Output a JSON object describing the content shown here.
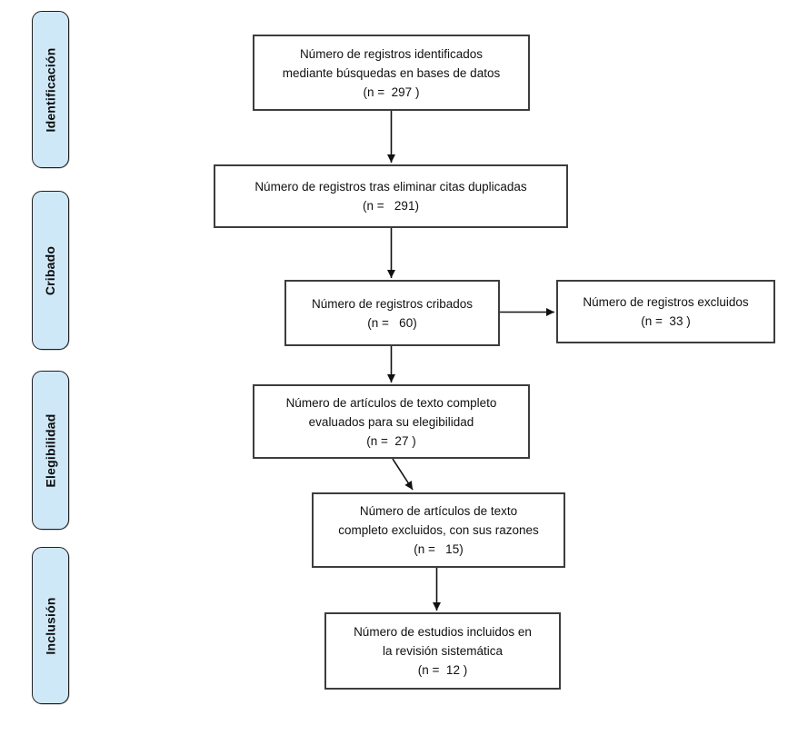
{
  "theme": {
    "stage_fill": "#cfe8f8",
    "stage_border": "#1f1f1f",
    "box_border": "#3d3d3d",
    "box_fill": "#ffffff",
    "arrow_color": "#111111",
    "background": "#ffffff"
  },
  "stages": [
    {
      "label": "Identificación"
    },
    {
      "label": "Cribado"
    },
    {
      "label": "Elegibilidad"
    },
    {
      "label": "Inclusión"
    }
  ],
  "boxes": {
    "identified": {
      "lines": [
        "Número de registros identificados",
        "mediante búsquedas en bases de datos"
      ],
      "count_line": "(n =  297 )"
    },
    "deduplicated": {
      "lines": [
        "Número de registros tras eliminar citas duplicadas"
      ],
      "count_line": "(n =   291)"
    },
    "screened": {
      "lines": [
        "Número de registros cribados"
      ],
      "count_line": "(n =   60)"
    },
    "excluded": {
      "lines": [
        "Número de registros excluidos"
      ],
      "count_line": "(n =  33 )"
    },
    "fulltext_assessed": {
      "lines": [
        "Número de artículos de texto completo",
        "evaluados para su elegibilidad"
      ],
      "count_line": "(n =  27 )"
    },
    "fulltext_excluded": {
      "lines": [
        "Número de artículos de texto",
        "completo excluidos, con sus razones"
      ],
      "count_line": "(n =   15)"
    },
    "included": {
      "lines": [
        "Número de estudios incluidos en",
        "la revisión sistemática"
      ],
      "count_line": "(n =  12 )"
    }
  }
}
